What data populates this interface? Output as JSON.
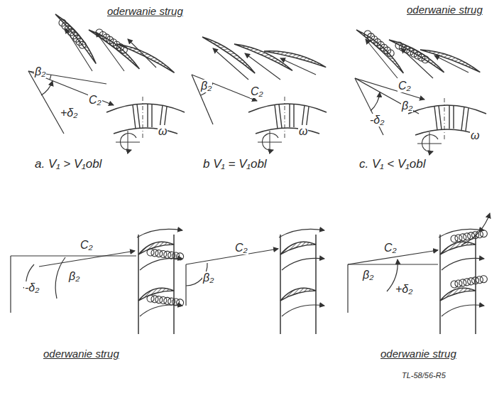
{
  "diagram": {
    "labels": [
      "oderwanie strug",
      "β₂",
      "C₂",
      "+δ₂",
      "ω",
      "β₂",
      "C₂",
      "ω",
      "oderwanie strug",
      "C₂",
      "β₂",
      "-δ₂",
      "ω",
      "a. V₁ > V₁obl",
      "b V₁ = V₁obl",
      "c. V₁ < V₁obl",
      "C₂",
      "β₂",
      "-δ₂",
      "oderwanie strug",
      "β₂",
      "C₂",
      "C₂",
      "β₂",
      "+δ₂",
      "oderwanie strug",
      "TL-58/56-R5"
    ]
  }
}
